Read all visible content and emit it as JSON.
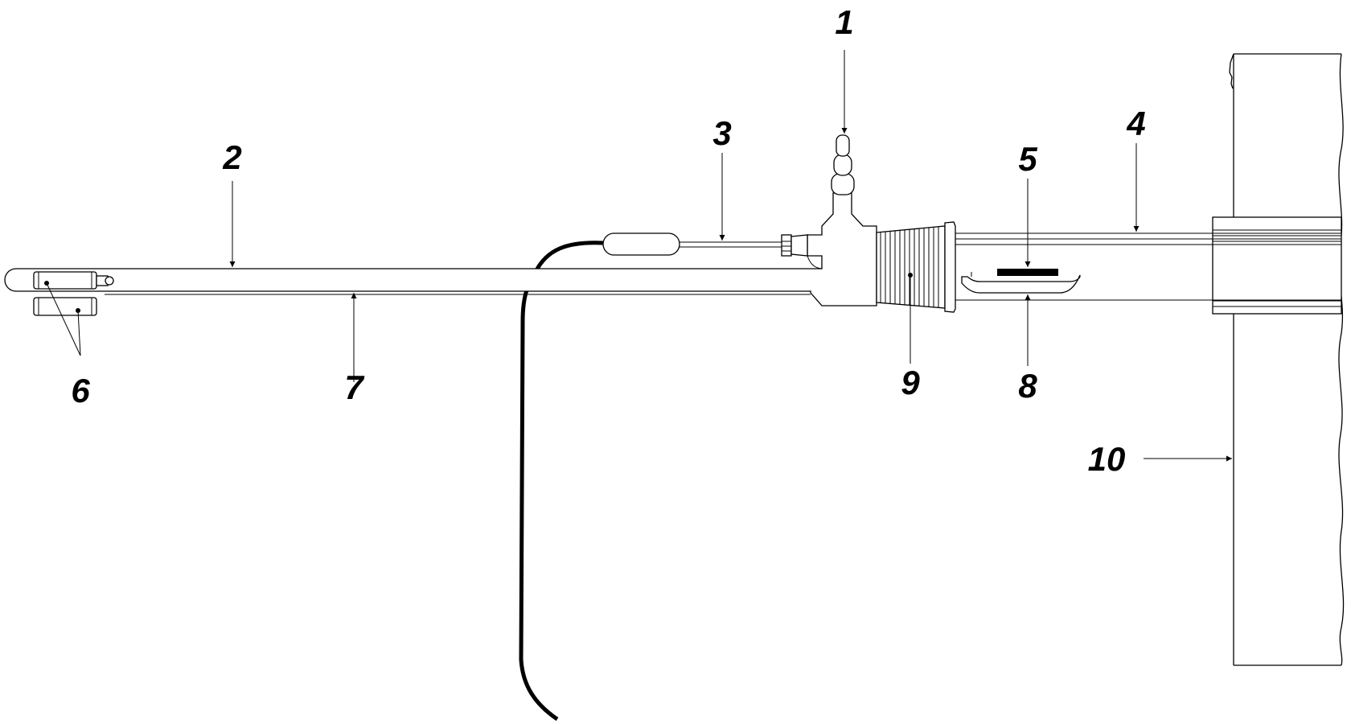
{
  "labels": [
    {
      "id": "1",
      "text": "1"
    },
    {
      "id": "2",
      "text": "2"
    },
    {
      "id": "3",
      "text": "3"
    },
    {
      "id": "4",
      "text": "4"
    },
    {
      "id": "5",
      "text": "5"
    },
    {
      "id": "6",
      "text": "6"
    },
    {
      "id": "7",
      "text": "7"
    },
    {
      "id": "8",
      "text": "8"
    },
    {
      "id": "9",
      "text": "9"
    },
    {
      "id": "10",
      "text": "10"
    }
  ],
  "colors": {
    "ink": "#000000",
    "background": "#ffffff"
  }
}
